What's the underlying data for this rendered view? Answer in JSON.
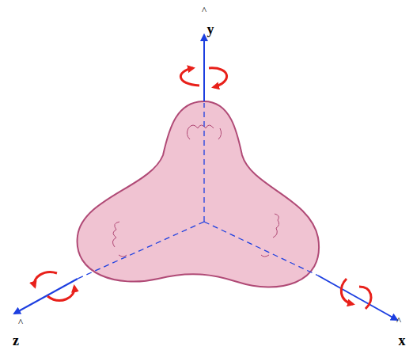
{
  "diagram": {
    "labels": [
      "^",
      "y",
      "^",
      "z",
      "^",
      "x"
    ]
  }
}
